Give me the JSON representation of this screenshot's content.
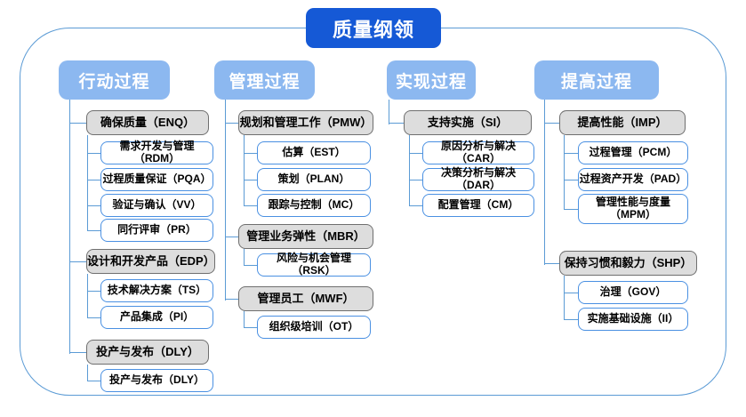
{
  "root": {
    "label": "质量纲领"
  },
  "columns": [
    {
      "id": "action-process",
      "header": "行动过程",
      "groups": [
        {
          "parent": "确保质量（ENQ）",
          "children": [
            "需求开发与管理（RDM）",
            "过程质量保证（PQA）",
            "验证与确认（VV）",
            "同行评审（PR）"
          ]
        },
        {
          "parent": "设计和开发产品（EDP）",
          "children": [
            "技术解决方案（TS）",
            "产品集成（PI）"
          ]
        },
        {
          "parent": "投产与发布（DLY）",
          "children": [
            "投产与发布（DLY）"
          ]
        }
      ]
    },
    {
      "id": "management-process",
      "header": "管理过程",
      "groups": [
        {
          "parent": "规划和管理工作（PMW）",
          "children": [
            "估算（EST）",
            "策划（PLAN）",
            "跟踪与控制（MC）"
          ]
        },
        {
          "parent": "管理业务弹性（MBR）",
          "children": [
            "风险与机会管理（RSK）"
          ]
        },
        {
          "parent": "管理员工（MWF）",
          "children": [
            "组织级培训（OT）"
          ]
        }
      ]
    },
    {
      "id": "implementation-process",
      "header": "实现过程",
      "groups": [
        {
          "parent": "支持实施（SI）",
          "children": [
            "原因分析与解决（CAR）",
            "决策分析与解决（DAR）",
            "配置管理（CM）"
          ]
        }
      ]
    },
    {
      "id": "improvement-process",
      "header": "提高过程",
      "groups": [
        {
          "parent": "提高性能（IMP）",
          "children": [
            "过程管理（PCM）",
            "过程资产开发（PAD）",
            "管理性能与度量\n（MPM）"
          ]
        },
        {
          "parent": "保持习惯和毅力（SHP）",
          "children": [
            "治理（GOV）",
            "实施基础设施（II）"
          ]
        }
      ]
    }
  ],
  "colors": {
    "root_fill": "#1559d6",
    "header_fill": "#8cb8f0",
    "frame_stroke": "#5b9bd5",
    "parent_fill": "#dddddd",
    "parent_stroke": "#6f6f6f",
    "child_stroke": "#4a90e2",
    "connector": "#5b9bd5"
  }
}
